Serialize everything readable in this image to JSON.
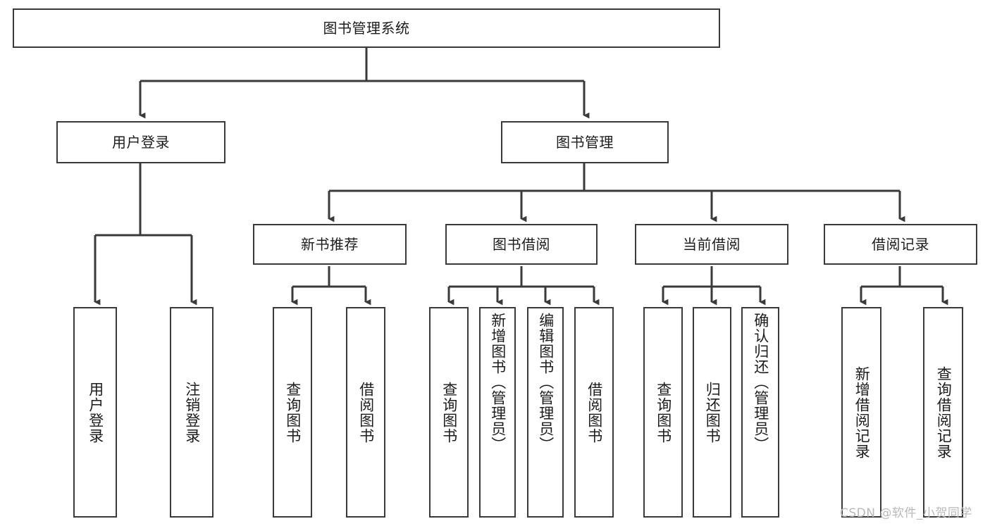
{
  "diagram": {
    "title": "图书管理系统",
    "type": "tree",
    "levels": 4,
    "root": {
      "id": "root",
      "label": "图书管理系统"
    },
    "level1": [
      {
        "id": "user-login",
        "label": "用户登录"
      },
      {
        "id": "book-manage",
        "label": "图书管理"
      }
    ],
    "level2": [
      {
        "id": "new-book-rec",
        "label": "新书推荐",
        "parent": "book-manage"
      },
      {
        "id": "book-borrow",
        "label": "图书借阅",
        "parent": "book-manage"
      },
      {
        "id": "current-borrow",
        "label": "当前借阅",
        "parent": "book-manage"
      },
      {
        "id": "borrow-record",
        "label": "借阅记录",
        "parent": "book-manage"
      }
    ],
    "leaves": [
      {
        "id": "leaf-user-login",
        "label": "用户登录",
        "parent": "user-login"
      },
      {
        "id": "leaf-user-logout",
        "label": "注销登录",
        "parent": "user-login"
      },
      {
        "id": "leaf-query-book-1",
        "label": "查询图书",
        "parent": "new-book-rec"
      },
      {
        "id": "leaf-borrow-book-1",
        "label": "借阅图书",
        "parent": "new-book-rec"
      },
      {
        "id": "leaf-query-book-2",
        "label": "查询图书",
        "parent": "book-borrow"
      },
      {
        "id": "leaf-add-book",
        "label": "新增图书（管理员）",
        "parent": "book-borrow"
      },
      {
        "id": "leaf-edit-book",
        "label": "编辑图书（管理员）",
        "parent": "book-borrow"
      },
      {
        "id": "leaf-borrow-book-2",
        "label": "借阅图书",
        "parent": "book-borrow"
      },
      {
        "id": "leaf-query-book-3",
        "label": "查询图书",
        "parent": "current-borrow"
      },
      {
        "id": "leaf-return-book",
        "label": "归还图书",
        "parent": "current-borrow"
      },
      {
        "id": "leaf-confirm-return",
        "label": "确认归还（管理员）",
        "parent": "current-borrow"
      },
      {
        "id": "leaf-add-record",
        "label": "新增借阅记录",
        "parent": "borrow-record"
      },
      {
        "id": "leaf-query-record",
        "label": "查询借阅记录",
        "parent": "borrow-record"
      }
    ],
    "colors": {
      "stroke": "#3a3a3a",
      "background": "#ffffff",
      "text": "#1c1c1c",
      "watermark": "#b9b9b9"
    }
  },
  "watermark": {
    "text": "CSDN @软件_小贺同学"
  }
}
